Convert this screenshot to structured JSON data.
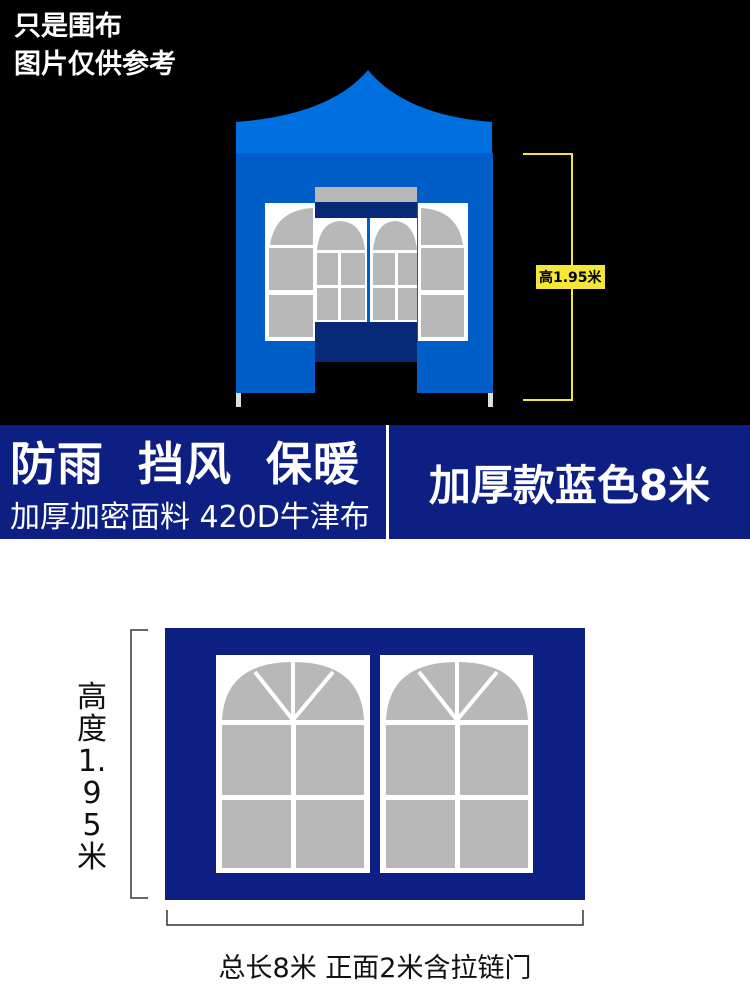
{
  "notice": {
    "line1": "只是围布",
    "line2": "图片仅供参考"
  },
  "tent": {
    "height_label": "高1.95米"
  },
  "banner": {
    "headline": "防雨  挡风  保暖",
    "subline": "加厚加密面料 420D牛津布",
    "product": "加厚款蓝色8米"
  },
  "panel": {
    "height_label": "高度1.95米",
    "length_label": "总长8米 正面2米含拉链门"
  },
  "colors": {
    "navy": "#0d1f82",
    "tent_blue": "#005ec8",
    "roof_blue": "#0070e0",
    "measure_yellow": "#f5e63a"
  }
}
